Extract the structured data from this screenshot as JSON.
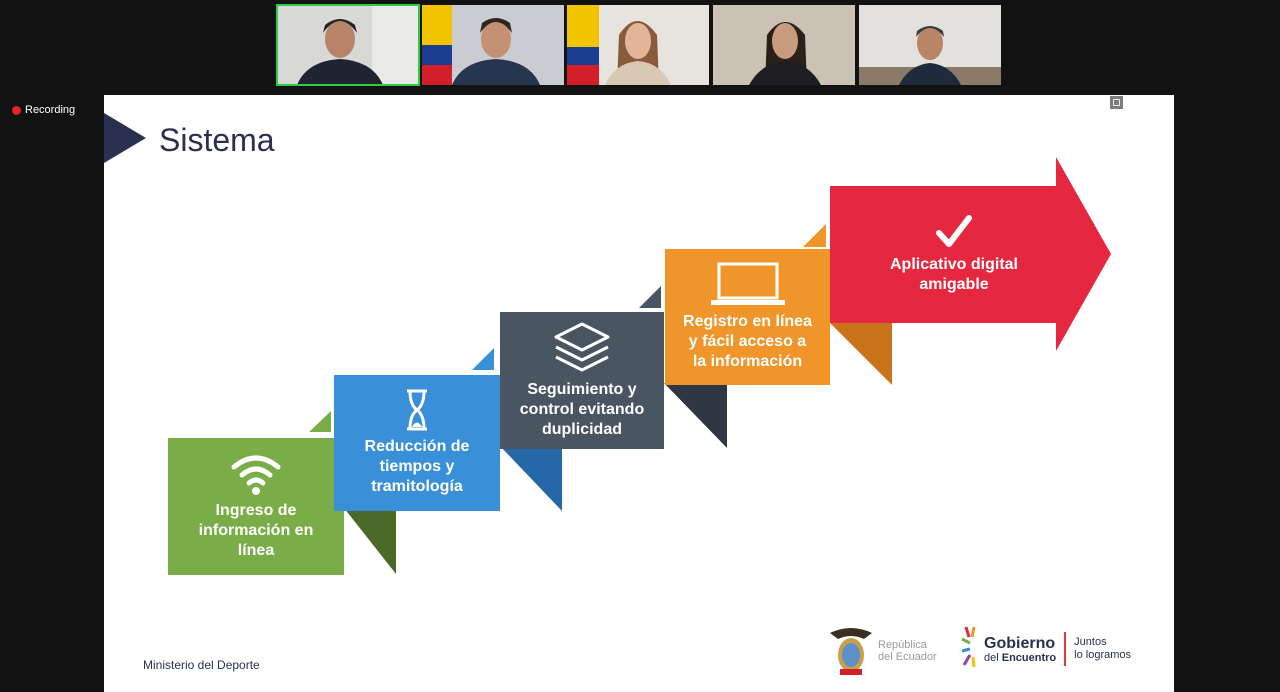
{
  "recording": {
    "label": "Recording"
  },
  "participants": [
    {
      "id": "p1",
      "active": true
    },
    {
      "id": "p2",
      "active": false
    },
    {
      "id": "p3",
      "active": false
    },
    {
      "id": "p4",
      "active": false
    },
    {
      "id": "p5",
      "active": false
    }
  ],
  "slide": {
    "title": "Sistema",
    "footer_left": "Ministerio del Deporte",
    "steps": [
      {
        "label": "Ingreso de\ninformación en\nlínea",
        "icon": "wifi-icon",
        "color": "#7aad47"
      },
      {
        "label": "Reducción de\ntiempos y\ntramitología",
        "icon": "hourglass-icon",
        "color": "#3a8fd9"
      },
      {
        "label": "Seguimiento y\ncontrol evitando\nduplicidad",
        "icon": "layers-icon",
        "color": "#4a5562"
      },
      {
        "label": "Registro en línea\ny fácil acceso a\nla información",
        "icon": "laptop-icon",
        "color": "#f0952a"
      },
      {
        "label": "Aplicativo digital\namigable",
        "icon": "checkmark-icon",
        "color": "#e5283f"
      }
    ],
    "logos": {
      "republica_line1": "República",
      "republica_line2": "del Ecuador",
      "gobierno": "Gobierno",
      "del": "del",
      "encuentro": "Encuentro",
      "tagline": "Juntos\nlo logramos"
    }
  }
}
